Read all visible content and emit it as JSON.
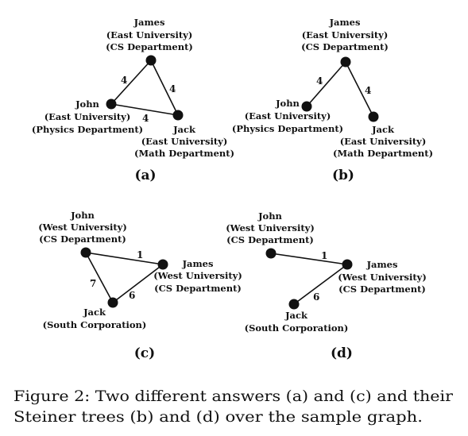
{
  "panels": {
    "a": {
      "label": "(a)",
      "nodes": {
        "james": [
          "James",
          "(East University)",
          "(CS Department)"
        ],
        "john": [
          "John",
          "(East University)",
          "(Physics Department)"
        ],
        "jack": [
          "Jack",
          "(East University)",
          "(Math Department)"
        ]
      },
      "weights": {
        "james_john": "4",
        "james_jack": "4",
        "john_jack": "4"
      }
    },
    "b": {
      "label": "(b)",
      "nodes": {
        "james": [
          "James",
          "(East University)",
          "(CS Department)"
        ],
        "john": [
          "John",
          "(East University)",
          "(Physics Department)"
        ],
        "jack": [
          "Jack",
          "(East University)",
          "(Math Department)"
        ]
      },
      "weights": {
        "james_john": "4",
        "james_jack": "4"
      }
    },
    "c": {
      "label": "(c)",
      "nodes": {
        "john": [
          "John",
          "(West University)",
          "(CS Department)"
        ],
        "james": [
          "James",
          "(West University)",
          "(CS Department)"
        ],
        "jack": [
          "Jack",
          "(South Corporation)"
        ]
      },
      "weights": {
        "john_james": "1",
        "john_jack": "7",
        "james_jack": "6"
      }
    },
    "d": {
      "label": "(d)",
      "nodes": {
        "john": [
          "John",
          "(West University)",
          "(CS Department)"
        ],
        "james": [
          "James",
          "(West University)",
          "(CS Department)"
        ],
        "jack": [
          "Jack",
          "(South Corporation)"
        ]
      },
      "weights": {
        "john_james": "1",
        "james_jack": "6"
      }
    }
  },
  "caption": {
    "line1": "Figure 2: Two different answers (a) and (c) and their",
    "line2": "Steiner trees (b) and (d) over the sample graph."
  }
}
